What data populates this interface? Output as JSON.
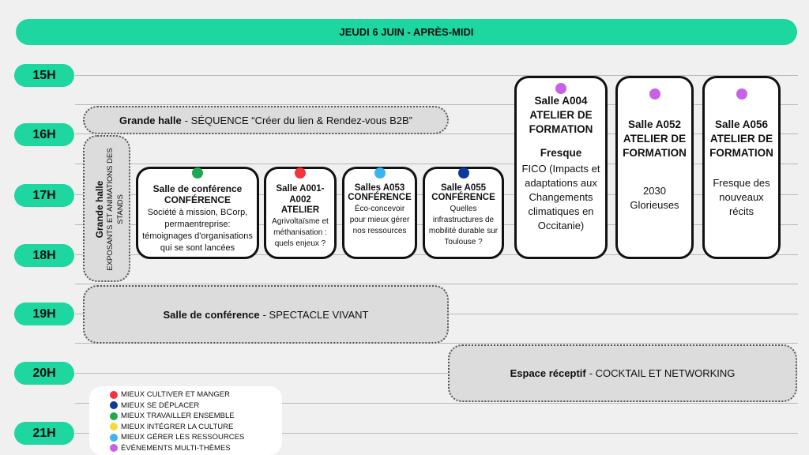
{
  "header": {
    "title": "JEUDI 6 JUIN - APRÈS-MIDI"
  },
  "hours": [
    "15H",
    "16H",
    "17H",
    "18H",
    "19H",
    "20H",
    "21H"
  ],
  "sequence_bar": {
    "place": "Grande halle",
    "event": "- SÉQUENCE “Créer du lien & Rendez-vous B2B”"
  },
  "stands": {
    "place": "Grande halle",
    "event": "EXPOSANTS ET ANIMATIONS DES STANDS"
  },
  "spectacle_bar": {
    "place": "Salle de conférence",
    "event": "- SPECTACLE VIVANT"
  },
  "cocktail_bar": {
    "place": "Espace réceptif",
    "event": "- COCKTAIL ET NETWORKING"
  },
  "sessions": [
    {
      "room": "Salle de conférence",
      "type": "CONFÉRENCE",
      "desc": "Société à mission, BCorp, permaentreprise: témoignages d'organisations qui se sont lancées",
      "color": "#1fa854"
    },
    {
      "room": "Salle A001-A002",
      "type": "ATELIER",
      "desc": "Agrivoltaïsme et méthanisation : quels enjeux ?",
      "color": "#f1353a"
    },
    {
      "room": "Salles A053",
      "type": "CONFÉRENCE",
      "desc": "Éco-concevoir pour mieux gérer nos ressources",
      "color": "#3bb4f2"
    },
    {
      "room": "Salle A055",
      "type": "CONFÉRENCE",
      "desc": "Quelles infrastructures de mobilité durable sur Toulouse ?",
      "color": "#0b3a9c"
    }
  ],
  "ateliers": [
    {
      "room": "Salle A004",
      "type": "ATELIER DE FORMATION",
      "title": "Fresque",
      "desc": "FICO (Impacts et adaptations aux Changements climatiques en Occitanie)",
      "color": "#c961e8"
    },
    {
      "room": "Salle A052",
      "type": "ATELIER DE FORMATION",
      "desc": "2030 Glorieuses",
      "color": "#c961e8"
    },
    {
      "room": "Salle A056",
      "type": "ATELIER DE FORMATION",
      "desc": "Fresque des nouveaux récits",
      "color": "#c961e8"
    }
  ],
  "legend": [
    {
      "label": "MIEUX CULTIVER ET MANGER",
      "color": "#f1353a"
    },
    {
      "label": "MIEUX SE DÉPLACER",
      "color": "#0b3a9c"
    },
    {
      "label": "MIEUX TRAVAILLER ENSEMBLE",
      "color": "#1fa854"
    },
    {
      "label": "MIEUX INTÉGRER LA CULTURE",
      "color": "#f5d93c"
    },
    {
      "label": "MIEUX GÉRER LES RESSOURCES",
      "color": "#3bb4f2"
    },
    {
      "label": "ÉVÉNEMENTS MULTI-THÈMES",
      "color": "#c961e8"
    }
  ]
}
